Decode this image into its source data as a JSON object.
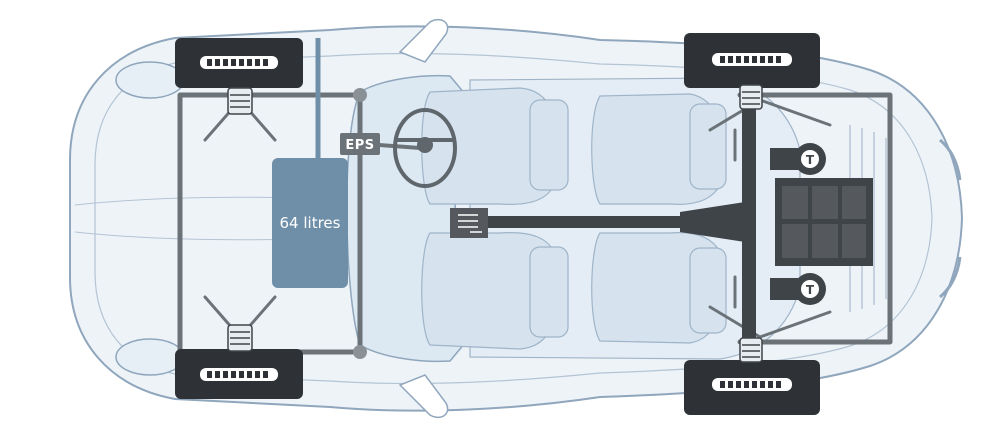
{
  "labels": {
    "fuel_tank": "64 litres",
    "steering": "EPS",
    "turbo_left": "T",
    "turbo_right": "T"
  },
  "colors": {
    "body_outline": "#8fa6bc",
    "glass": "#dce8f2",
    "chassis": "#6b7379",
    "drivetrain": "#3f4448",
    "fuel_tank": "#6f8fa8",
    "tire": "#2e3236"
  }
}
